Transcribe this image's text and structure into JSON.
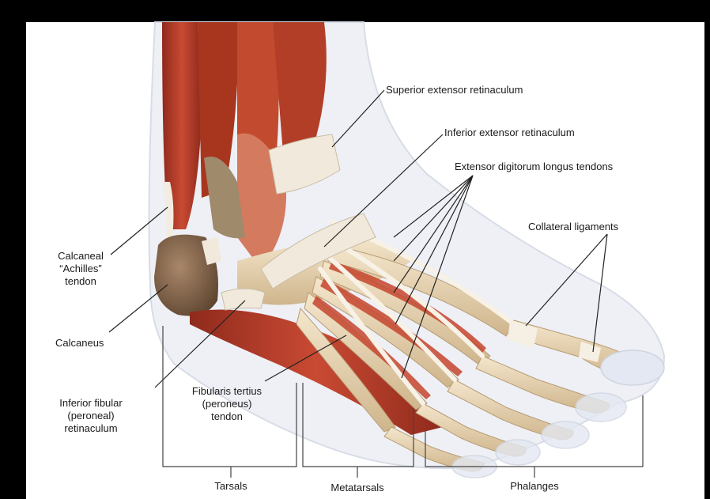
{
  "labels": {
    "superior_extensor_retinaculum": "Superior extensor retinaculum",
    "inferior_extensor_retinaculum": "Inferior extensor retinaculum",
    "extensor_digitorum_longus_tendons": "Extensor digitorum longus tendons",
    "collateral_ligaments": "Collateral ligaments",
    "calcaneal_achilles_tendon": [
      "Calcaneal",
      "“Achilles”",
      "tendon"
    ],
    "calcaneus": "Calcaneus",
    "inferior_fibular_retinaculum": [
      "Inferior fibular",
      "(peroneal)",
      "retinaculum"
    ],
    "fibularis_tertius_tendon": [
      "Fibularis tertius",
      "(peroneus)",
      "tendon"
    ]
  },
  "groups": {
    "tarsals": "Tarsals",
    "metatarsals": "Metatarsals",
    "phalanges": "Phalanges"
  },
  "colors": {
    "frame": "#000000",
    "panel": "#ffffff",
    "muscle": "#b8402c",
    "bone": "#e8d3b0",
    "tendon": "#f3ece0",
    "calcaneus": "#8a6a4e"
  }
}
